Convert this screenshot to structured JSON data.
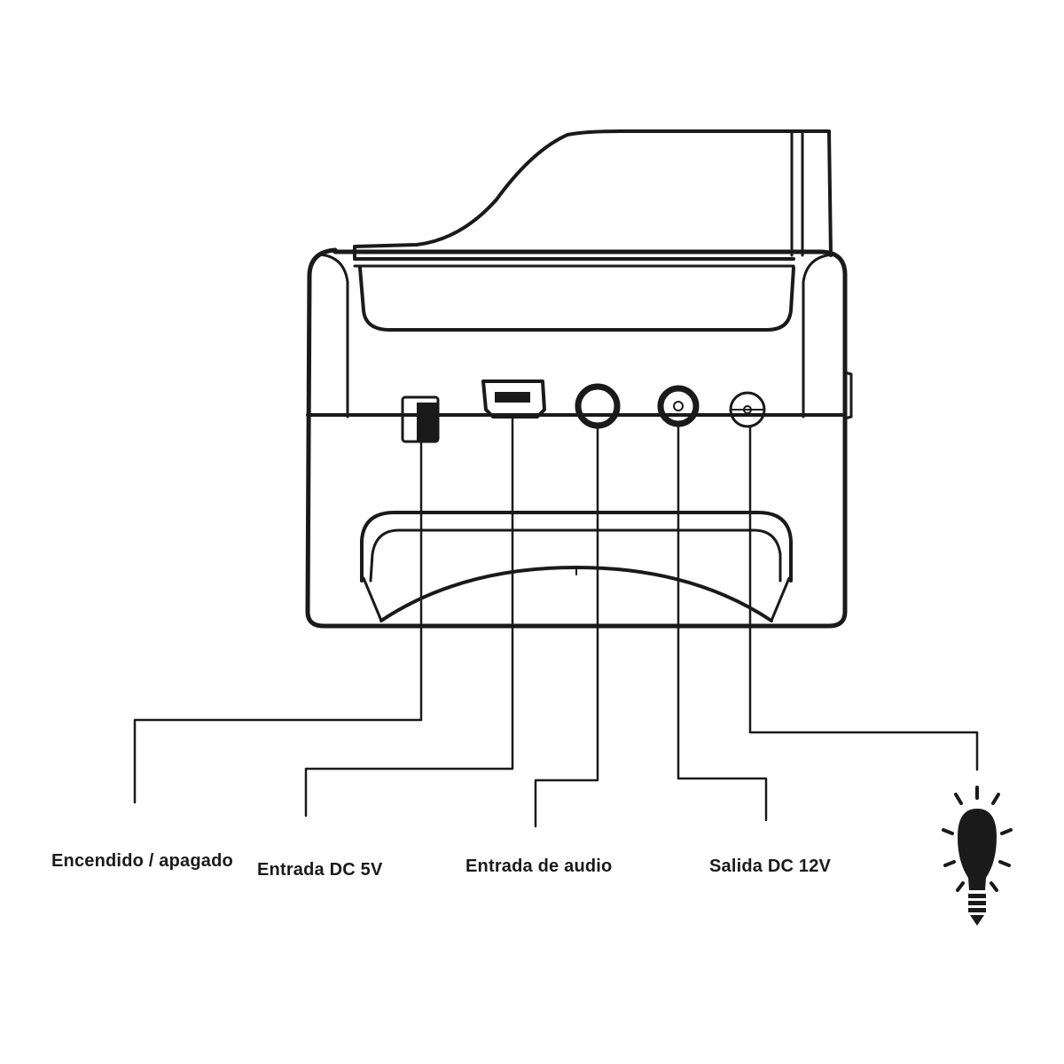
{
  "labels": {
    "power_switch": "Encendido / apagado",
    "dc_in": "Entrada DC 5V",
    "audio_in": "Entrada de audio",
    "dc_out": "Salida DC 12V"
  },
  "icons": {
    "light": "light-bulb-icon"
  },
  "colors": {
    "line": "#1a1a1a",
    "background": "#ffffff"
  }
}
